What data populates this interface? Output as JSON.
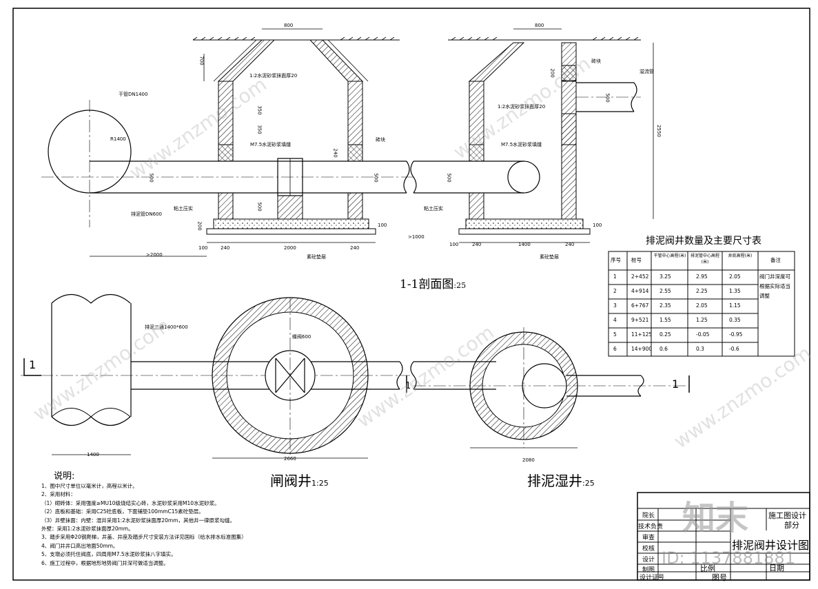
{
  "section_title": "1-1剖面图",
  "section_scale": ":25",
  "gate_well_title": "闸阀井",
  "gate_well_scale": "1:25",
  "wet_well_title": "排泥湿井",
  "wet_well_scale": ":25",
  "labels": {
    "main_pipe": "干管DN1400",
    "radius": "R1400",
    "drain_pipe": "排泥管DN600",
    "plaster_top": "1:2水泥砂浆抹面厚20",
    "mortar": "M7.5水泥砂浆填缝",
    "brick": "砖块",
    "clay": "粘土压实",
    "concrete": "素砼垫层",
    "tee": "排泥三通1400*600",
    "gate_valve": "蝶阀600",
    "overflow": "溢流管",
    "brick2": "砖块"
  },
  "dims": {
    "d800a": "800",
    "d800b": "800",
    "d700": "700",
    "d350a": "350",
    "d350b": "350",
    "d240": "240",
    "d500a": "500",
    "d500b": "500",
    "d500c": "500",
    "d500d": "500",
    "d200": "200",
    "d100a": "100",
    "d100b": "100",
    "d100c": "100",
    "d100d": "100",
    "d240a": "240",
    "d240b": "240",
    "d240c": "240",
    "d240d": "240",
    "d2000": "2000",
    "d1400": "1400",
    "d2000b": ">2000",
    "d1000": ">1000",
    "d2550": "2550",
    "d1400p": "1400",
    "d2660": "2660",
    "d2080": "2080",
    "d200b": "200",
    "d500e": "500"
  },
  "section_marks": {
    "left": "1",
    "mid": "1",
    "right": "1"
  },
  "notes_title": "说明:",
  "notes": [
    "1、图中尺寸单位以毫米计，高程以米计。",
    "2、采用材料：",
    "（1）砌砖体：采用强度≥MU10级烧结实心砖，水泥砂浆采用M10水泥砂浆。",
    "（2）底板和基础：采用C25砼底板，下面铺垫100mmC15素砼垫层。",
    "（3）井壁抹面：内壁：湿井采用1:2水泥砂浆抹面厚20mm，其他井一律原浆勾缝。",
    "     外壁：采用1:2水泥砂浆抹面厚20mm。",
    "3、踏步采用Φ20钢爬梯，井盖、井座及踏步尺寸安装方法详见国标（给水排水标准图集）",
    "4、阀门井井口高出地面50mm。",
    "5、支墩必须托住阀底，四周用M7.5水泥砂浆抹八字填实。",
    "6、施工过程中，根据地形地势阀门井深可做适当调整。"
  ],
  "table": {
    "title": "排泥阀井数量及主要尺寸表",
    "headers": [
      "序号",
      "桩号",
      "干管中心高程(米)",
      "排泥管中心高程(米)",
      "井底高程(米)",
      "备注"
    ],
    "rows": [
      [
        "1",
        "2+452",
        "3.25",
        "2.95",
        "2.05"
      ],
      [
        "2",
        "4+914",
        "2.55",
        "2.25",
        "1.35"
      ],
      [
        "3",
        "6+767",
        "2.35",
        "2.05",
        "1.15"
      ],
      [
        "4",
        "9+521",
        "1.55",
        "1.25",
        "0.35"
      ],
      [
        "5",
        "11+125",
        "0.25",
        "-0.05",
        "-0.95"
      ],
      [
        "6",
        "14+900",
        "0.6",
        "0.3",
        "-0.6"
      ]
    ],
    "remark": "阀门井深度可根据实际适当调整"
  },
  "titleblock": {
    "roles": [
      "院长",
      "技术负责",
      "审查",
      "校核",
      "设计",
      "制图",
      "设计证号"
    ],
    "stage": "施工图设计",
    "part": "部分",
    "drawing_name": "排泥阀井设计图",
    "date_label": "日期",
    "drawing_no_label": "图号",
    "ratio_label": "比例"
  },
  "watermark": {
    "text": "www.znzmo.com",
    "logo": "知末",
    "id": "ID: 1137881881"
  },
  "colors": {
    "line": "#000000",
    "bg": "#ffffff",
    "watermark": "#d0d0d0"
  }
}
